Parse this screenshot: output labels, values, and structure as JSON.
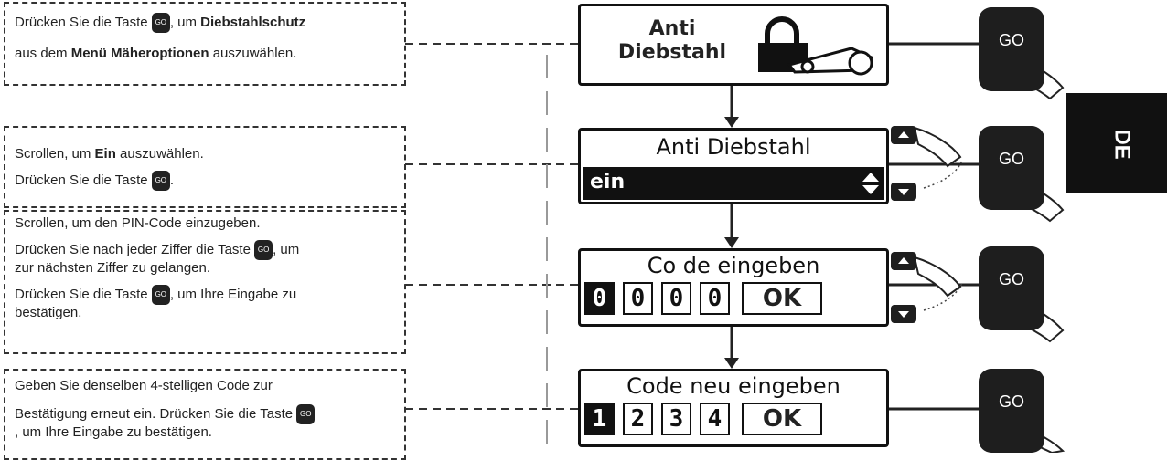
{
  "instructions": [
    {
      "lines": [
        {
          "parts": [
            "Drücken Sie die Taste ",
            "GO",
            ", um ",
            "Diebstahlschutz"
          ]
        },
        {
          "parts": [
            "aus dem ",
            "Menü Mäheroptionen",
            " auszuwählen."
          ]
        }
      ]
    },
    {
      "lines": [
        {
          "parts": [
            "Scrollen, um ",
            "Ein",
            " auszuwählen."
          ]
        },
        {
          "parts": [
            "Drücken Sie die Taste ",
            "GO",
            "."
          ]
        }
      ]
    },
    {
      "lines": [
        {
          "parts": [
            "Scrollen, um den PIN-Code einzugeben."
          ]
        },
        {
          "parts": [
            "Drücken Sie nach jeder Ziffer die Taste ",
            "GO",
            ", um"
          ]
        },
        {
          "parts": [
            "zur nächsten Ziffer zu gelangen."
          ]
        },
        {
          "parts": [
            "Drücken Sie die Taste ",
            "GO",
            ", um Ihre Eingabe zu"
          ]
        },
        {
          "parts": [
            "bestätigen."
          ]
        }
      ]
    },
    {
      "lines": [
        {
          "parts": [
            "Geben Sie denselben 4-stelligen Code zur"
          ]
        },
        {
          "parts": [
            "Bestätigung erneut ein. Drücken Sie die Taste ",
            "GO"
          ]
        },
        {
          "parts": [
            ", um Ihre Eingabe zu bestätigen."
          ]
        }
      ]
    }
  ],
  "screens": {
    "s1": {
      "line1": "Anti",
      "line2": "Diebstahl"
    },
    "s2": {
      "title": "Anti Diebstahl",
      "value": "ein"
    },
    "s3": {
      "title": "Co de eingeben",
      "digits": [
        "0",
        "0",
        "0",
        "0"
      ],
      "ok": "OK"
    },
    "s4": {
      "title": "Code neu eingeben",
      "digits": [
        "1",
        "2",
        "3",
        "4"
      ],
      "ok": "OK"
    }
  },
  "go_label": "GO",
  "language_tab": "DE"
}
